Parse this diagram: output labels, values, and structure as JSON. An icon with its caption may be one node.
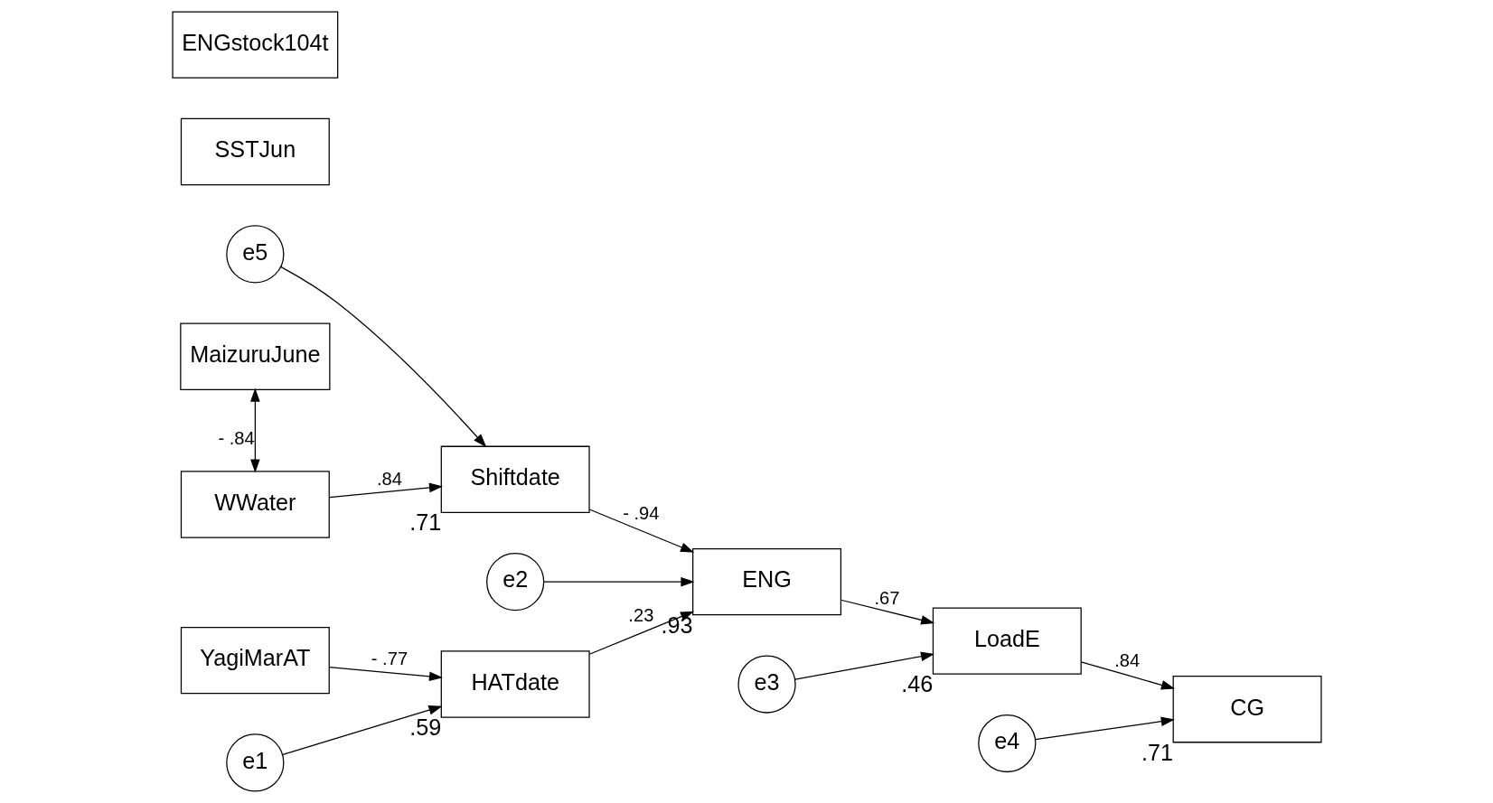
{
  "diagram": {
    "nodes": [
      {
        "text": [
          "YagiMarAT"
        ]
      },
      {
        "text": [
          "e1"
        ]
      },
      {
        "text": [
          "HATdate"
        ],
        "beside": [
          ".59"
        ]
      },
      {
        "text": [
          "SSTJun"
        ]
      },
      {
        "text": [
          "e2"
        ]
      },
      {
        "text": [
          "ENG"
        ],
        "beside": [
          ".93"
        ]
      },
      {
        "text": [
          "e3"
        ]
      },
      {
        "text": [
          "LoadE"
        ],
        "beside": [
          ".46"
        ]
      },
      {
        "text": [
          "e4"
        ]
      },
      {
        "text": [
          "CG"
        ],
        "beside": [
          ".71"
        ]
      },
      {
        "text": [
          "e5"
        ]
      },
      {
        "text": [
          "WWater"
        ]
      },
      {
        "text": [
          "Shiftdate"
        ],
        "beside": [
          ".71"
        ]
      },
      {
        "text": [
          "ENGstock104t"
        ]
      },
      {
        "text": [
          "MaizuruJune"
        ]
      }
    ],
    "edges": [
      {
        "from": 0,
        "to": 2,
        "arrow": "to",
        "label": "- .77"
      },
      {
        "from": 1,
        "to": 2,
        "arrow": "to"
      },
      {
        "from": 2,
        "to": 5,
        "arrow": "to",
        "label": ".23"
      },
      {
        "from": 4,
        "to": 5,
        "arrow": "to"
      },
      {
        "from": 5,
        "to": 7,
        "arrow": "to",
        "label": ".67"
      },
      {
        "from": 6,
        "to": 7,
        "arrow": "to"
      },
      {
        "from": 7,
        "to": 9,
        "arrow": "to",
        "label": ".84"
      },
      {
        "from": 8,
        "to": 9,
        "arrow": "to"
      },
      {
        "from": 10,
        "to": 12,
        "arrow": "to"
      },
      {
        "from": 11,
        "to": 12,
        "arrow": "to",
        "label": ".84"
      },
      {
        "from": 12,
        "to": 5,
        "arrow": "to",
        "label": "- .94"
      },
      {
        "from": 11,
        "to": 14,
        "arrow": "both",
        "label": "- .84"
      }
    ]
  }
}
